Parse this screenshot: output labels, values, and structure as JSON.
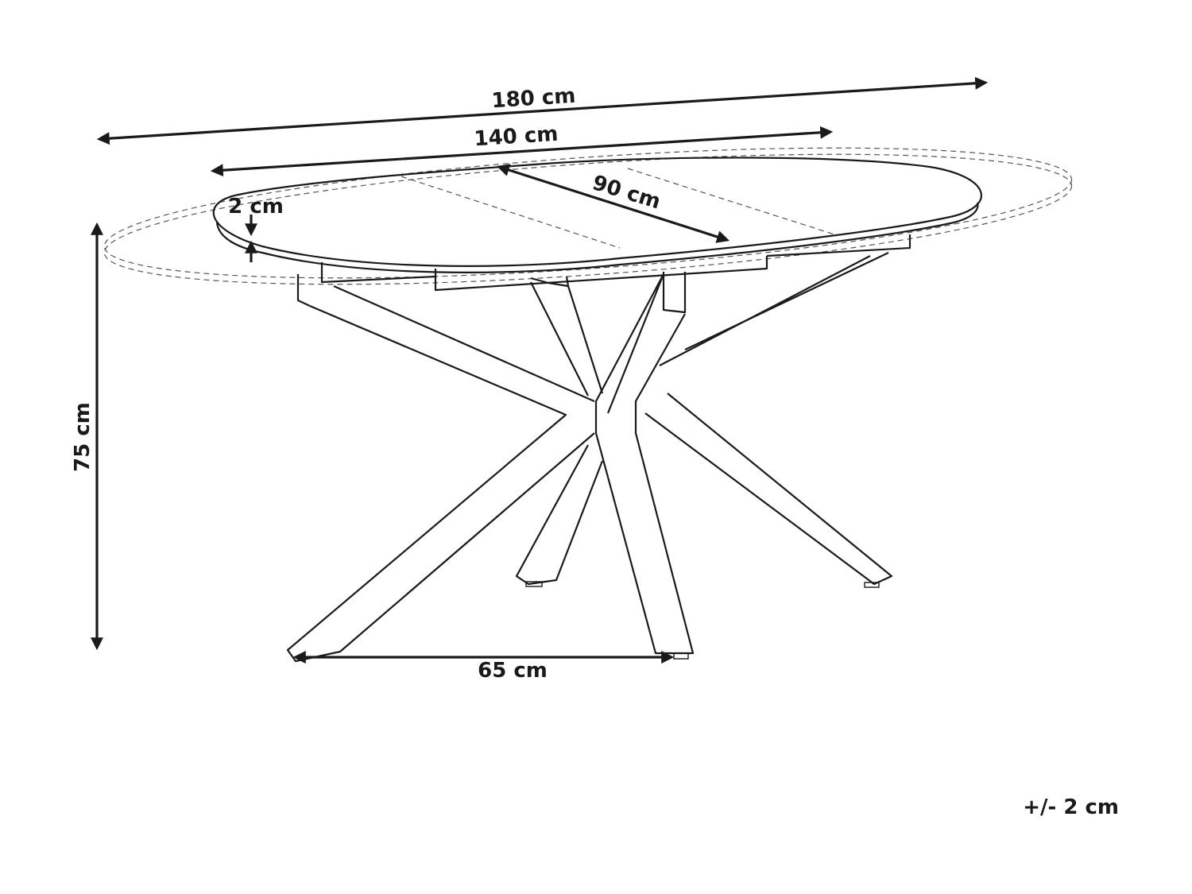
{
  "dimensions": {
    "extended_length": "180 cm",
    "base_length": "140 cm",
    "width": "90 cm",
    "top_thickness": "2 cm",
    "height": "75 cm",
    "leg_span": "65 cm",
    "tolerance": "+/- 2 cm"
  },
  "colors": {
    "line": "#1a1a1a",
    "dashed": "#555555",
    "background": "#ffffff"
  }
}
